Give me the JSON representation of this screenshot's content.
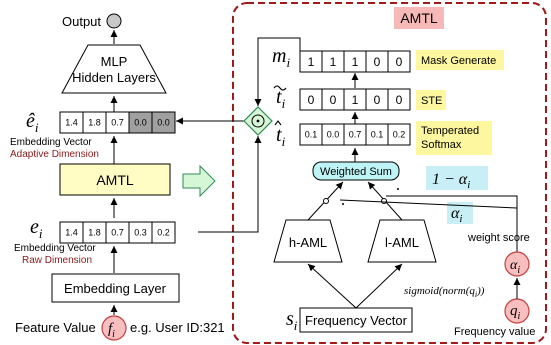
{
  "left": {
    "output_label": "Output",
    "mlp_line1": "MLP",
    "mlp_line2": "Hidden Layers",
    "e_hat_symbol": "ê",
    "e_hat_sub": "i",
    "e_hat_values": [
      "1.4",
      "1.8",
      "0.7",
      "0.0",
      "0.0"
    ],
    "emb_vec_label_top": "Embedding Vector",
    "adaptive_dim_label": "Adaptive Dimension",
    "amtl_box_label": "AMTL",
    "e_symbol": "e",
    "e_sub": "i",
    "e_values": [
      "1.4",
      "1.8",
      "0.7",
      "0.3",
      "0.2"
    ],
    "emb_vec_label_bottom": "Embedding Vector",
    "raw_dim_label": "Raw Dimension",
    "embedding_layer_label": "Embedding Layer",
    "feature_value_label": "Feature Value",
    "f_symbol": "f",
    "f_sub": "i",
    "example_label": "e.g. User ID:321"
  },
  "right": {
    "panel_title": "AMTL",
    "m_symbol": "m",
    "m_sub": "i",
    "m_values": [
      "1",
      "1",
      "1",
      "0",
      "0"
    ],
    "mask_generate_label": "Mask Generate",
    "t_tilde_symbol": "t",
    "t_tilde_sub": "i",
    "t_tilde_values": [
      "0",
      "0",
      "1",
      "0",
      "0"
    ],
    "ste_label": "STE",
    "t_hat_symbol": "t",
    "t_hat_sub": "i",
    "t_hat_values": [
      "0.1",
      "0.0",
      "0.7",
      "0.1",
      "0.2"
    ],
    "temp_softmax_line1": "Temperated",
    "temp_softmax_line2": "Softmax",
    "weighted_sum_label": "Weighted Sum",
    "one_minus_alpha": "1 − α",
    "one_minus_alpha_sub": "i",
    "alpha_label": "α",
    "alpha_sub": "i",
    "h_aml_label": "h-AML",
    "l_aml_label": "l-AML",
    "weight_score_label": "weight score",
    "alpha_circle": "α",
    "alpha_circle_sub": "i",
    "sigmoid_label": "sigmoid(norm(q",
    "sigmoid_sub": "i",
    "sigmoid_close": "))",
    "q_circle": "q",
    "q_circle_sub": "i",
    "s_symbol": "s",
    "s_sub": "i",
    "frequency_vector_label": "Frequency Vector",
    "frequency_value_label": "Frequency value"
  },
  "colors": {
    "panel_border": "#a01a1a",
    "amtl_title_fill": "#f7b8b8",
    "amtl_box_fill": "#fffcc4",
    "label_fill": "#fdf7a0",
    "weighted_sum_fill": "#bff4f7",
    "alpha_label_fill": "#c8eff5",
    "circle_fill": "#f9bebe",
    "circle_stroke": "#c04040",
    "dark_red_text": "#8b1a1a",
    "output_fill": "#c8c8c8",
    "dot_fill": "#d6f7d6",
    "dot_stroke": "#2e8b57",
    "big_arrow_fill": "#d6f7d6",
    "big_arrow_stroke": "#2e8b57",
    "grey_cell": "#a0a0a0"
  }
}
